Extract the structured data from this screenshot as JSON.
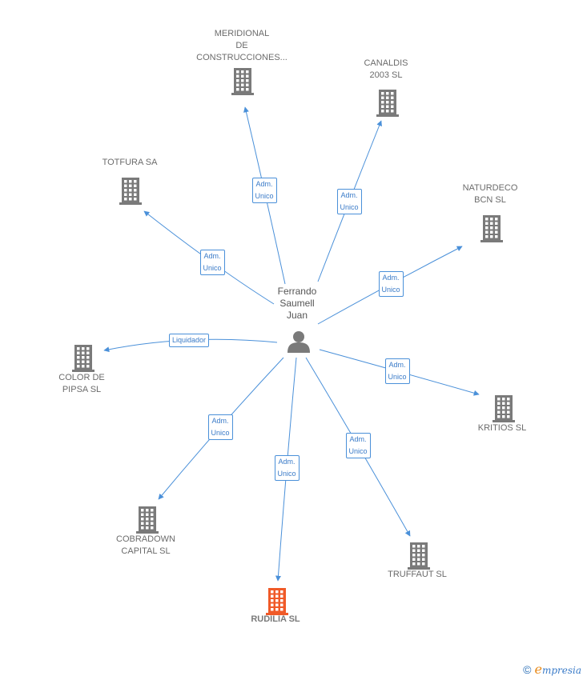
{
  "center": {
    "name": "Ferrando\nSaumell\nJuan",
    "icon": "person-icon"
  },
  "colors": {
    "edge": "#4a90d9",
    "company": "#7a7a7a",
    "highlight": "#f05a28"
  },
  "companies": [
    {
      "id": "meridional",
      "label": "MERIDIONAL\nDE\nCONSTRUCCIONES...",
      "edge_label": "Adm.\nUnico",
      "highlight": false
    },
    {
      "id": "canaldis",
      "label": "CANALDIS\n2003 SL",
      "edge_label": "Adm.\nUnico",
      "highlight": false
    },
    {
      "id": "totfura",
      "label": "TOTFURA SA",
      "edge_label": "Adm.\nUnico",
      "highlight": false
    },
    {
      "id": "naturdeco",
      "label": "NATURDECO\nBCN SL",
      "edge_label": "Adm.\nUnico",
      "highlight": false
    },
    {
      "id": "color-de-pipsa",
      "label": "COLOR DE\nPIPSA SL",
      "edge_label": "Liquidador",
      "highlight": false
    },
    {
      "id": "kritios",
      "label": "KRITIOS SL",
      "edge_label": "Adm.\nUnico",
      "highlight": false
    },
    {
      "id": "cobradown",
      "label": "COBRADOWN\nCAPITAL SL",
      "edge_label": "Adm.\nUnico",
      "highlight": false
    },
    {
      "id": "rudilia",
      "label": "RUDILIA SL",
      "edge_label": "Adm.\nUnico",
      "highlight": true
    },
    {
      "id": "truffaut",
      "label": "TRUFFAUT SL",
      "edge_label": "Adm.\nUnico",
      "highlight": false
    }
  ],
  "footer": {
    "copyright": "©",
    "brand_first": "e",
    "brand_rest": "mpresia"
  }
}
